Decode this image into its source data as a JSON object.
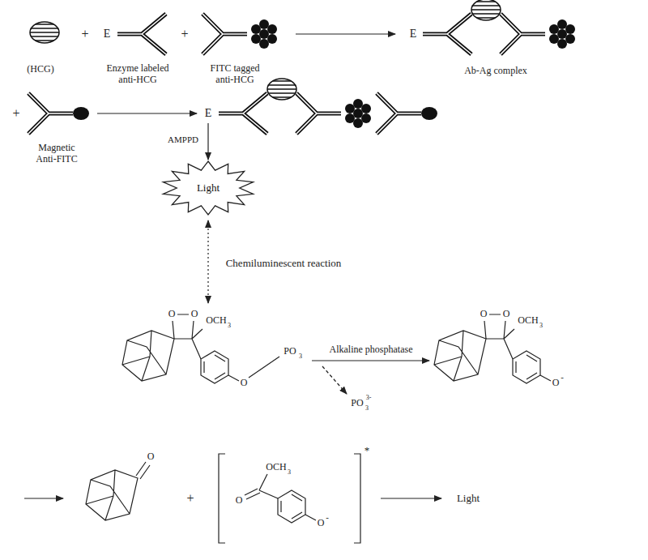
{
  "diagram": {
    "nodes": [
      {
        "text": [
          "Light"
        ]
      }
    ],
    "labels": [
      "(HCG)",
      "+",
      "E",
      "Enzyme labeled anti-HCG",
      "+",
      "FITC tagged anti-HCG",
      "E",
      "Ab-Ag complex",
      "+",
      "Magnetic Anti-FITC",
      "E",
      "AMPPD",
      "Chemiluminescent reaction",
      "O",
      "O",
      "OCH",
      "3",
      "O",
      "PO",
      "3",
      "Alkaline phosphatase",
      "O",
      "O",
      "OCH",
      "3",
      "O",
      "-",
      "PO",
      "3",
      "3-",
      "O",
      "+",
      "O",
      "OCH",
      "3",
      "O",
      "-",
      "*",
      "Light"
    ]
  }
}
